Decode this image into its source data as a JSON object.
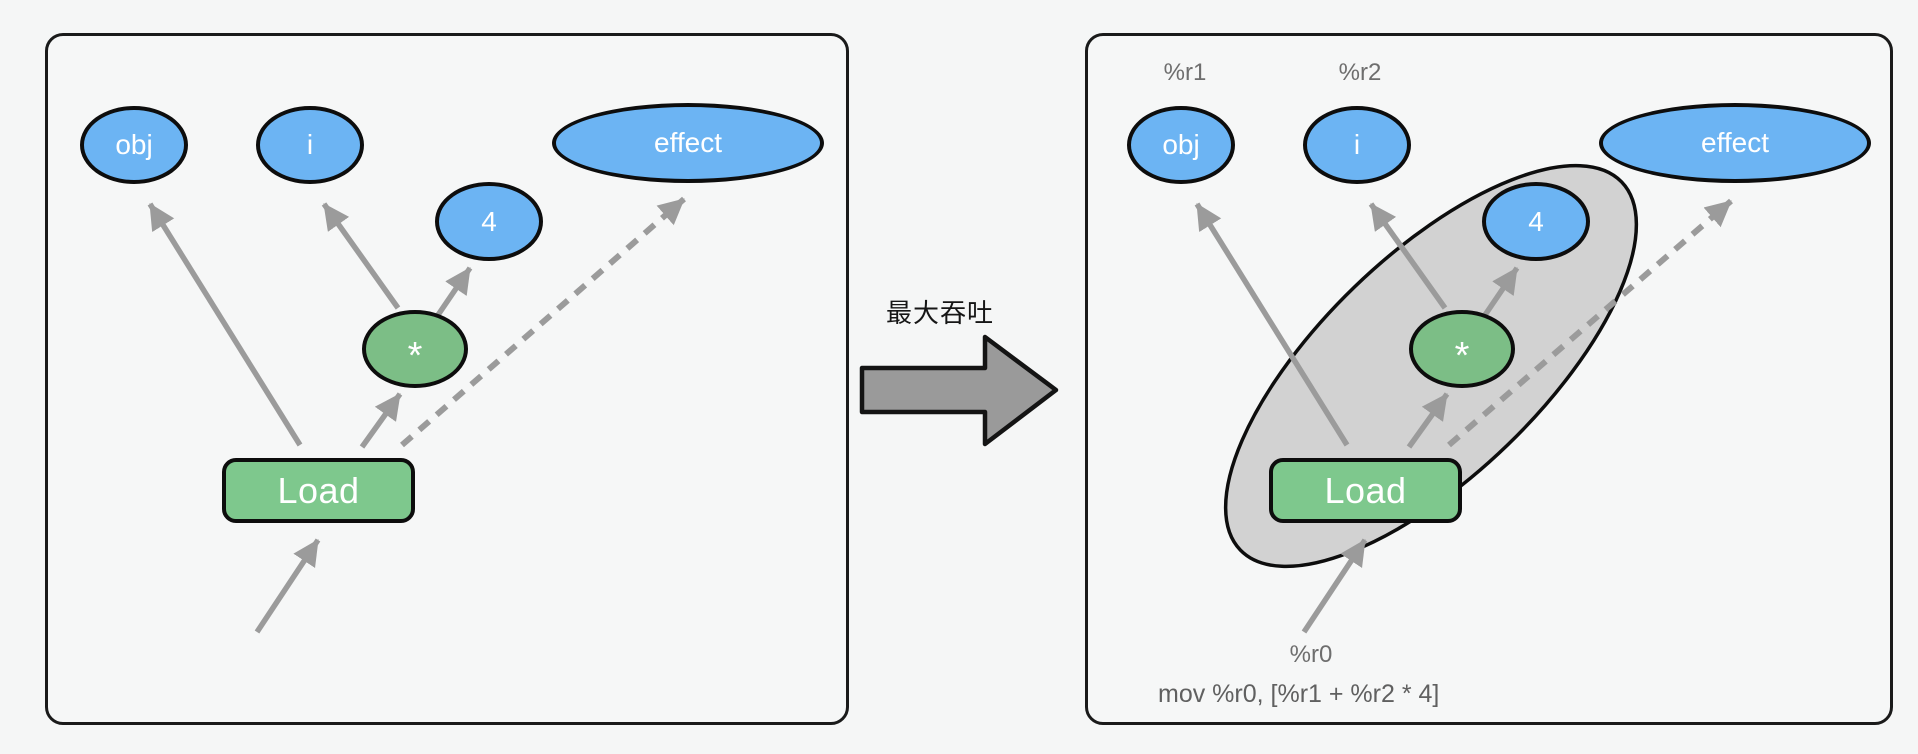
{
  "left_panel": {
    "nodes": {
      "obj": "obj",
      "i": "i",
      "four": "4",
      "effect": "effect",
      "mul": "*",
      "load": "Load"
    }
  },
  "transition": {
    "label": "最大吞吐"
  },
  "right_panel": {
    "nodes": {
      "obj": "obj",
      "i": "i",
      "four": "4",
      "effect": "effect",
      "mul": "*",
      "load": "Load"
    },
    "registers": {
      "r1": "%r1",
      "r2": "%r2",
      "r0": "%r0"
    },
    "instruction": "mov %r0, [%r1 + %r2 * 4]"
  },
  "colors": {
    "node_blue": "#6cb4f3",
    "node_green": "#7cbe86",
    "load_green": "#7ec88d",
    "group_gray": "#d2d2d2",
    "arrow_gray": "#9b9b9b",
    "label_gray": "#6e6e6e",
    "border_black": "#1a1a1a"
  }
}
